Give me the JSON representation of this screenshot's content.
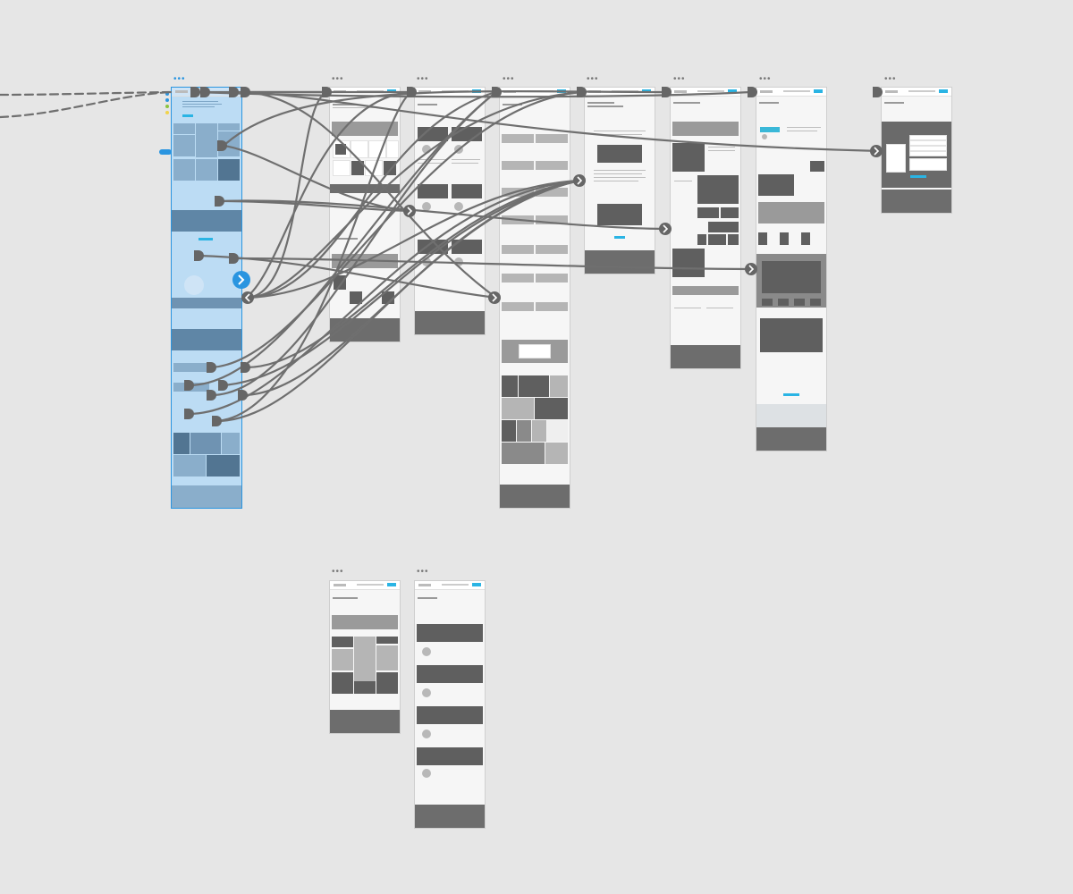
{
  "canvas": {
    "background": "#e6e6e6",
    "artboard_menu_glyph": "•••"
  },
  "colors": {
    "selection": "#2a95e0",
    "selected_fill": "#bcdcf4",
    "connector": "#707070",
    "accent_button": "#2ab4e4",
    "placeholder_dark": "#5f5f5f",
    "footer": "#6d6d6d"
  },
  "artboards": [
    {
      "id": "home",
      "selected": true
    },
    {
      "id": "page-2"
    },
    {
      "id": "page-3"
    },
    {
      "id": "page-4"
    },
    {
      "id": "page-5"
    },
    {
      "id": "page-6"
    },
    {
      "id": "page-7"
    },
    {
      "id": "page-8"
    },
    {
      "id": "page-9"
    },
    {
      "id": "page-10"
    }
  ],
  "icons": {
    "forward_arrow": "chevron-right-icon",
    "back_arrow": "chevron-left-icon",
    "connector_handle": "link-handle-icon",
    "artboard_menu": "more-dots-icon"
  }
}
